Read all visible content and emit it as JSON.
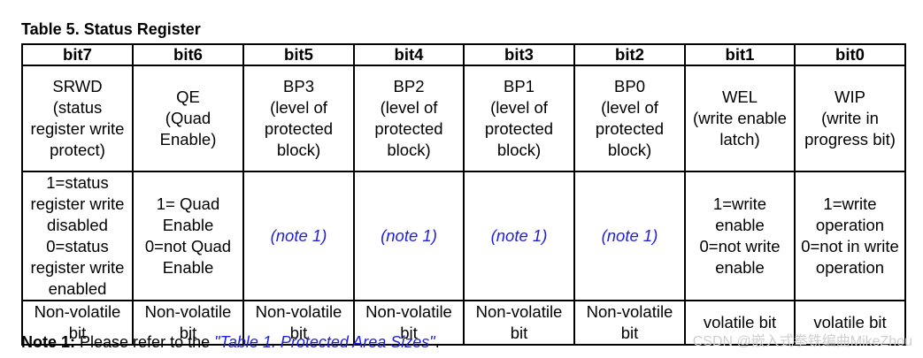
{
  "title": "Table 5. Status Register",
  "headers": [
    "bit7",
    "bit6",
    "bit5",
    "bit4",
    "bit3",
    "bit2",
    "bit1",
    "bit0"
  ],
  "names": [
    "SRWD\n(status\nregister write\nprotect)",
    "QE\n(Quad\nEnable)",
    "BP3\n(level of\nprotected\nblock)",
    "BP2\n(level of\nprotected\nblock)",
    "BP1\n(level of\nprotected\nblock)",
    "BP0\n(level of\nprotected\nblock)",
    "WEL\n(write enable\nlatch)",
    "WIP\n(write in\nprogress bit)"
  ],
  "values": [
    "1=status\nregister write\ndisabled\n0=status\nregister write\nenabled",
    "1= Quad\nEnable\n0=not Quad\nEnable",
    "(note 1)",
    "(note 1)",
    "(note 1)",
    "(note 1)",
    "1=write\nenable\n0=not write\nenable",
    "1=write\noperation\n0=not in write\noperation"
  ],
  "types": [
    "Non-volatile\nbit",
    "Non-volatile\nbit",
    "Non-volatile\nbit",
    "Non-volatile\nbit",
    "Non-volatile\nbit",
    "Non-volatile\nbit",
    "volatile bit",
    "volatile bit"
  ],
  "footnote": {
    "label": "Note 1:",
    "text": " Please refer to the ",
    "link": "\"Table 1. Protected Area Sizes\"",
    "end": "."
  },
  "watermark": "CSDN @嵌入式拳铁编曲MikeZhou",
  "colors": {
    "link": "#1f1fdc",
    "border": "#000000",
    "watermark": "#cfcfcf"
  }
}
